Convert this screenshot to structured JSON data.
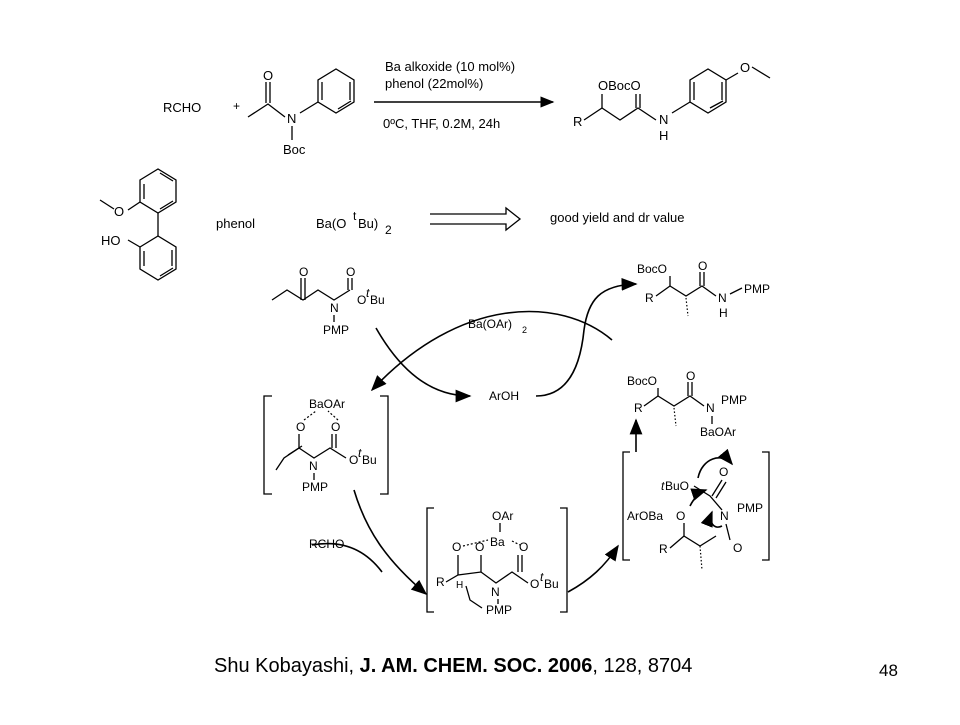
{
  "scheme": {
    "reactant_aldehyde": "RCHO",
    "plus": "+",
    "amide_labels": {
      "o": "O",
      "n": "N",
      "boc": "Boc"
    },
    "conditions_top_1": "Ba alkoxide (10 mol%)",
    "conditions_top_2": "phenol (22mol%)",
    "conditions_bottom": "0ºC, THF, 0.2M, 24h",
    "product_labels": {
      "oboc": "OBocO",
      "r": "R",
      "n": "N",
      "h": "H",
      "o": "O"
    }
  },
  "ligand": {
    "methoxy_label": "O",
    "hydroxy_label": "HO",
    "phenol_label": "phenol",
    "base_label": "Ba(O",
    "base_t": "t",
    "base_bu": "Bu)",
    "base_sub": "2",
    "result_label": "good yield and dr value"
  },
  "cycle": {
    "imide": {
      "o1": "O",
      "o2": "O",
      "n": "N",
      "otbu": "O",
      "tbu_t": "t",
      "tbu_bu": "Bu",
      "pmp": "PMP"
    },
    "catalyst": "Ba(OAr)",
    "catalyst_sub": "2",
    "aroh": "ArOH",
    "enolate": {
      "baoar": "BaOAr",
      "o1": "O",
      "o2": "O",
      "n": "N",
      "otbu": "O",
      "tbu_t": "t",
      "tbu_bu": "Bu",
      "pmp": "PMP"
    },
    "rcho": "RCHO",
    "ts": {
      "oar": "OAr",
      "ba": "Ba",
      "o1": "O",
      "o2": "O",
      "o3": "O",
      "r": "R",
      "h": "H",
      "n": "N",
      "otbu": "O",
      "tbu_t": "t",
      "tbu_bu": "Bu",
      "pmp": "PMP"
    },
    "acyl_transfer": {
      "o": "O",
      "tbuo": "BuO",
      "tbu_t": "t",
      "aroba": "ArOBa",
      "o1": "O",
      "n": "N",
      "pmp": "PMP",
      "r": "R",
      "o2": "O"
    },
    "intermediate": {
      "boco": "BocO",
      "r": "R",
      "o": "O",
      "n": "N",
      "pmp": "PMP",
      "baoar": "BaOAr"
    },
    "product": {
      "boco": "BocO",
      "r": "R",
      "o": "O",
      "n": "N",
      "h": "H",
      "pmp": "PMP"
    }
  },
  "citation": {
    "author": "Shu Kobayashi, ",
    "journal": "J. AM. CHEM. SOC.",
    "year": " 2006",
    "rest": ", 128, 8704"
  },
  "page_number": "48"
}
